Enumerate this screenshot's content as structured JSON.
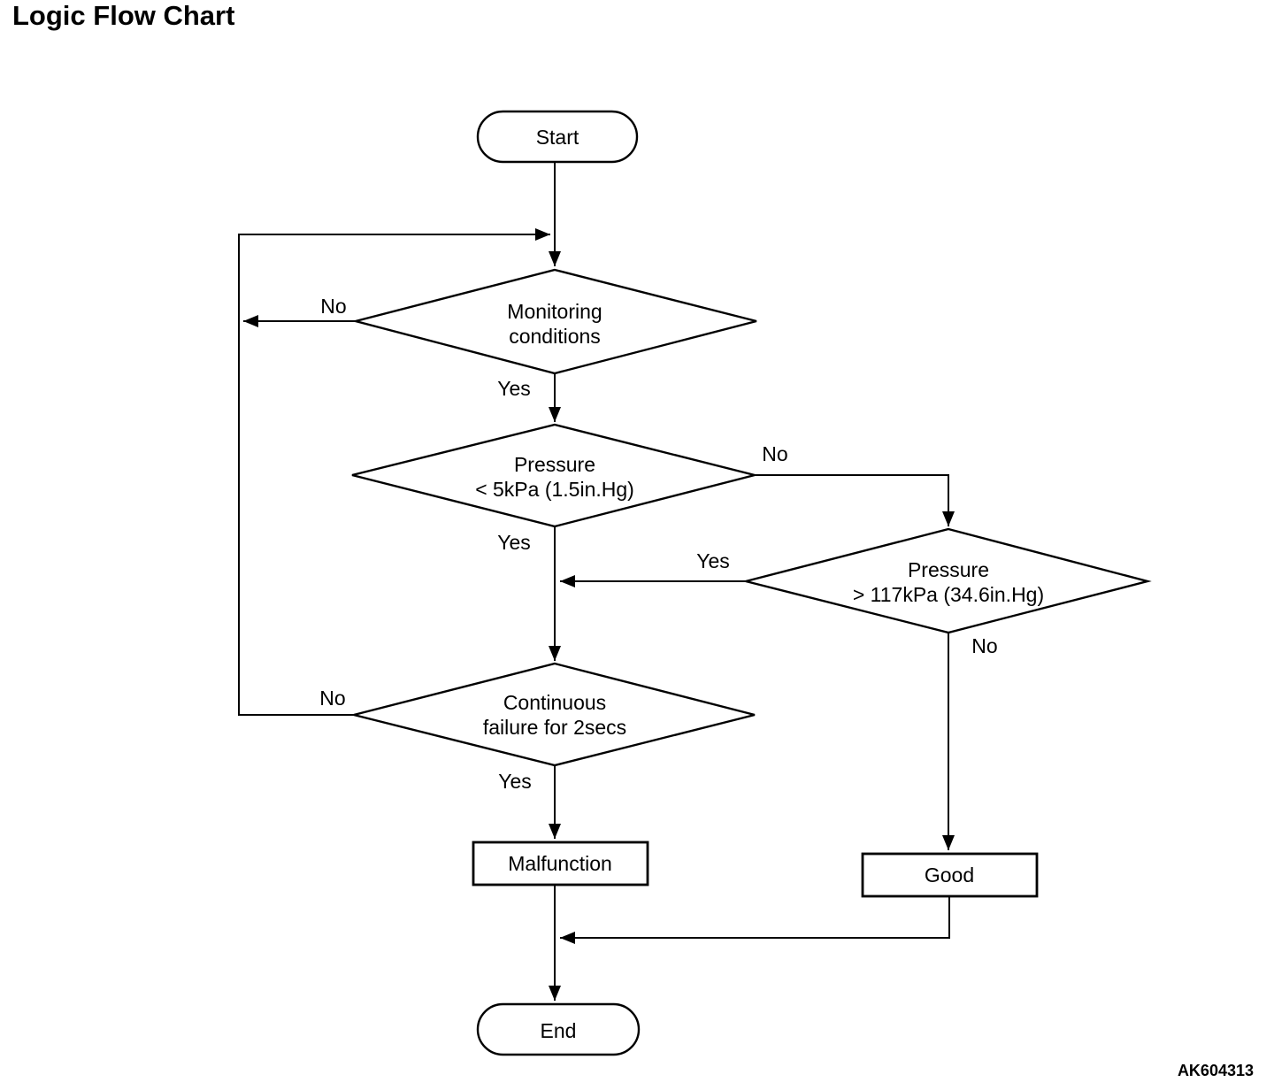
{
  "page": {
    "title": "Logic Flow Chart",
    "figure_code": "AK604313"
  },
  "colors": {
    "line": "#000000",
    "background": "#ffffff"
  },
  "flowchart": {
    "nodes": {
      "start": {
        "type": "terminal",
        "label": "Start"
      },
      "monitoring": {
        "type": "decision",
        "line1": "Monitoring",
        "line2": "conditions"
      },
      "pressure_low": {
        "type": "decision",
        "line1": "Pressure",
        "line2": "< 5kPa (1.5in.Hg)"
      },
      "pressure_high": {
        "type": "decision",
        "line1": "Pressure",
        "line2": "> 117kPa (34.6in.Hg)"
      },
      "continuous_failure": {
        "type": "decision",
        "line1": "Continuous",
        "line2": "failure for 2secs"
      },
      "malfunction": {
        "type": "process",
        "label": "Malfunction"
      },
      "good": {
        "type": "process",
        "label": "Good"
      },
      "end": {
        "type": "terminal",
        "label": "End"
      }
    },
    "edge_labels": {
      "monitoring_no": "No",
      "monitoring_yes": "Yes",
      "pressure_low_no": "No",
      "pressure_low_yes": "Yes",
      "pressure_high_yes": "Yes",
      "pressure_high_no": "No",
      "continuous_failure_no": "No",
      "continuous_failure_yes": "Yes"
    }
  }
}
